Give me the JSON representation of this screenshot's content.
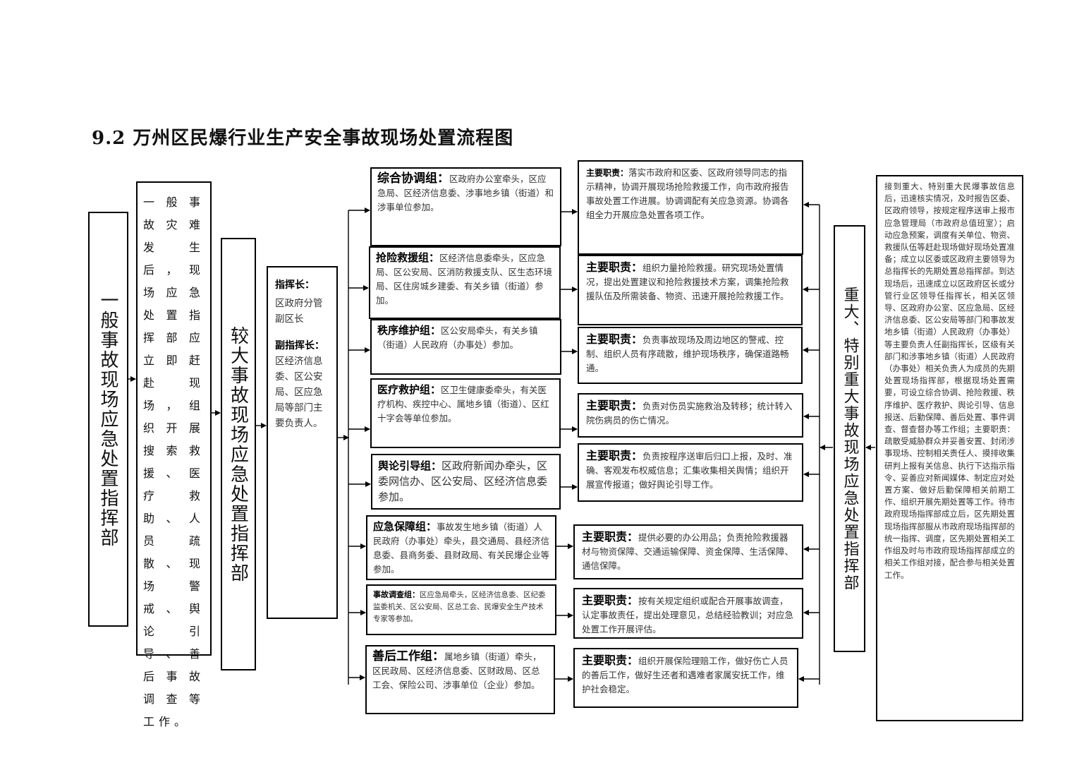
{
  "title": "9.2 万州区民爆行业生产安全事故现场处置流程图",
  "general_cmd": "一般事故现场应急处置指挥部",
  "general_desc": "一般事故灾难发生后，现场应急处置指挥部应立即赶赴现场，组织开展搜索救援、医疗救助、人员疏散、现场警戒、舆论引导、善后事故调查等工作。",
  "larger_cmd": "较大事故现场应急处置指挥部",
  "commander": {
    "head_label": "指挥长：",
    "head_value": "区政府分管副区长",
    "deputy_label": "副指挥长：",
    "deputy_value": "区经济信息委、区公安局、区应急局等部门主要负责人。"
  },
  "major_cmd": "重大、特别重大事故现场应急处置指挥部",
  "major_desc": "接到重大、特别重大民爆事故信息后，迅速核实情况，及时报告区委、区政府领导，按规定程序送审上报市应急管理局（市政府总值班室）；启动应急预案，调度有关单位、物资、救援队伍等赶赴现场做好现场处置准备；成立以区委或区政府主要领导为总指挥长的先期处置总指挥部。到达现场后，迅速成立以区政府区长或分管行业区领导任指挥长，相关区领导、区政府办公室、区应急局、区经济信息委、区公安局等部门和事故发地乡镇（街道）人民政府（办事处）等主要负责人任副指挥长，区级有关部门和涉事地乡镇（街道）人民政府（办事处）相关负责人为成员的先期处置现场指挥部，根据现场处置需要，可设立综合协调、抢险救援、秩序维护、医疗救护、舆论引导、信息报送、后勤保障、善后处置、事件调查、督查督办等工作组；主要职责：疏散受威胁群众并妥善安置、封闭涉事现场、控制相关责任人、摸排收集研判上报有关信息、执行下达指示指令、妥善应对新闻媒体、制定应对处置方案、做好后勤保障相关前期工作、组织开展先期处置等工作。待市政府现场指挥部成立后，区先期处置现场指挥部服从市政府现场指挥部的统一指挥、调度，区先期处置相关工作组及时与市政府现场指挥部成立的相关工作组对接，配合参与相关处置工作。",
  "groups": [
    {
      "name": "综合协调组：",
      "members": "区政府办公室牵头，区应急局、区经济信息委、涉事地乡镇（街道）和涉事单位参加。"
    },
    {
      "name": "抢险救援组：",
      "members": "区经济信息委牵头，区应急局、区公安局、区消防救援支队、区生态环境局、区住房城乡建委、有关乡镇（街道）参加。"
    },
    {
      "name": "秩序维护组：",
      "members": "区公安局牵头，有关乡镇（街道）人民政府（办事处）参加。"
    },
    {
      "name": "医疗救护组：",
      "members": "区卫生健康委牵头，有关医疗机构、疾控中心、属地乡镇（街道）、区红十字会等单位参加。"
    },
    {
      "name": "舆论引导组：",
      "members": "区政府新闻办牵头，区委网信办、区公安局、区经济信息委参加。"
    },
    {
      "name": "应急保障组：",
      "members": "事故发生地乡镇（街道）人民政府（办事处）牵头，县交通局、县经济信息委、县商务委、县财政局、有关民爆企业等参加。"
    },
    {
      "name": "事故调查组：",
      "members": "区应急局牵头，区经济信息委、区纪委监委机关、区公安局、区总工会、民爆安全生产技术专家等参加。"
    },
    {
      "name": "善后工作组：",
      "members": "属地乡镇（街道）牵头，区民政局、区经济信息委、区财政局、区总工会、保险公司、涉事单位（企业）参加。"
    }
  ],
  "resps": [
    {
      "label": "主要职责：",
      "text": "落实市政府和区委、区政府领导同志的指示精神，协调开展现场抢险救援工作，向市政府报告事故处置工作进展。协调调配有关应急资源。协调各组全力开展应急处置各项工作。"
    },
    {
      "label": "主要职责：",
      "text": "组织力量抢险救援。研究现场处置情况，提出处置建议和抢险救援技术方案，调集抢险救援队伍及所需装备、物资、迅速开展抢险救援工作。"
    },
    {
      "label": "主要职责：",
      "text": "负责事故现场及周边地区的警戒、控制、组织人员有序疏散，维护现场秩序，确保道路畅通。"
    },
    {
      "label": "主要职责：",
      "text": "负责对伤员实施救治及转移；统计转入院伤病员的伤亡情况。"
    },
    {
      "label": "主要职责：",
      "text": "负责按程序送审后归口上报，及时、准确、客观发布权威信息；汇集收集相关舆情；组织开展宣传报道；做好舆论引导工作。"
    },
    {
      "label": "主要职责：",
      "text": "提供必要的办公用品；负责抢险救援器材与物资保障、交通运输保障、资金保障、生活保障、通信保障。"
    },
    {
      "label": "主要职责：",
      "text": "按有关规定组织或配合开展事故调查，认定事故责任，提出处理意见，总结经验教训；对应急处置工作开展评估。"
    },
    {
      "label": "主要职责：",
      "text": "组织开展保险理赔工作，做好伤亡人员的善后工作，做好生还者和遇难者家属安抚工作，维护社会稳定。"
    }
  ]
}
